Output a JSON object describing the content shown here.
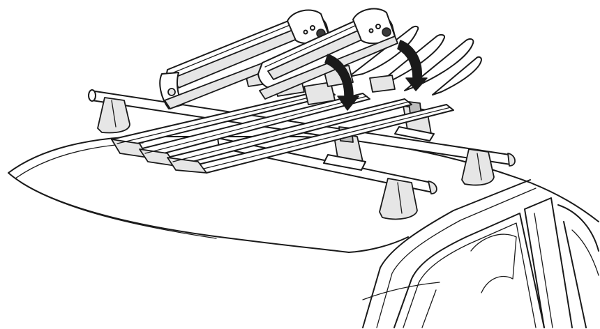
{
  "illustration": {
    "subject": "ski-carrier-on-car-roof-rack",
    "icons": [
      "car-roof-icon",
      "roof-bar-icon",
      "ski-carrier-icon",
      "rotate-arrow-icon"
    ],
    "colors": {
      "line": "#1a1a1a",
      "background": "#ffffff",
      "light_fill": "#e6e6e6",
      "mid_fill": "#bdbdbd"
    },
    "ski_count": 4,
    "carrier_count": 2
  }
}
